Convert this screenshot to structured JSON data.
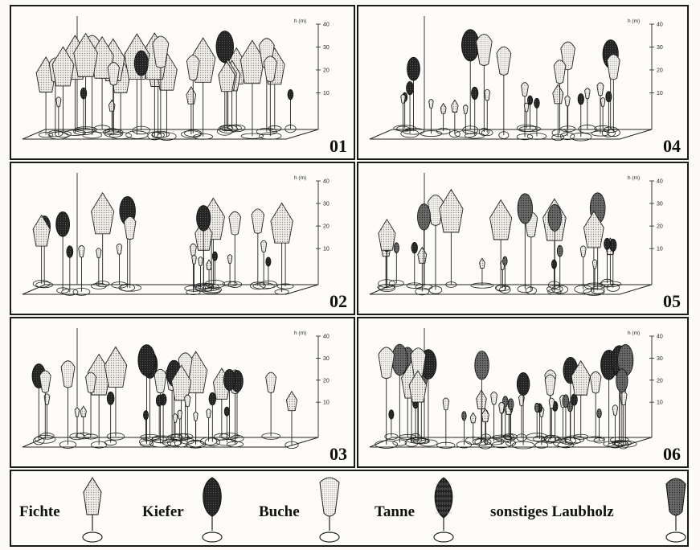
{
  "axis_unit_label": "h (m)",
  "y_ticks": [
    "40",
    "30",
    "20",
    "10"
  ],
  "panels": [
    {
      "id": "01",
      "label": "01"
    },
    {
      "id": "02",
      "label": "02"
    },
    {
      "id": "03",
      "label": "03"
    },
    {
      "id": "04",
      "label": "04"
    },
    {
      "id": "05",
      "label": "05"
    },
    {
      "id": "06",
      "label": "06"
    }
  ],
  "legend": [
    {
      "label": "Fichte",
      "shape": "spruce",
      "color": "#e4e1dc"
    },
    {
      "label": "Kiefer",
      "shape": "pine",
      "color": "#222222"
    },
    {
      "label": "Buche",
      "shape": "beech",
      "color": "#ebe9e4"
    },
    {
      "label": "Tanne",
      "shape": "fir",
      "color": "#333333"
    },
    {
      "label": "sonstiges Laubholz",
      "shape": "other",
      "color": "#777777"
    }
  ],
  "colors": {
    "ink": "#1a1a1a",
    "light_fill": "#e6e3de",
    "dark_fill": "#232323"
  }
}
